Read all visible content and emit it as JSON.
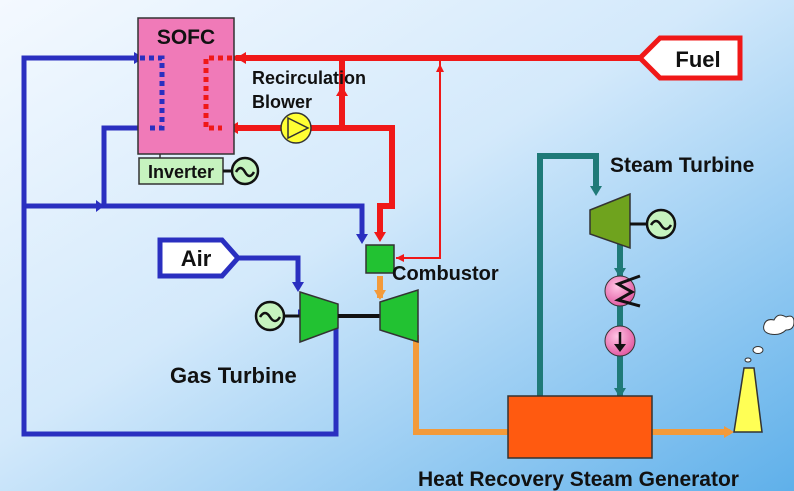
{
  "labels": {
    "sofc": "SOFC",
    "fuel": "Fuel",
    "air": "Air",
    "recirculation_line1": "Recirculation",
    "recirculation_line2": "Blower",
    "inverter": "Inverter",
    "steam_turbine": "Steam Turbine",
    "combustor": "Combustor",
    "gas_turbine": "Gas Turbine",
    "hrsg": "Heat Recovery Steam Generator"
  },
  "icons": {
    "generator": "generator-tilde-icon",
    "pump": "pump-triangle-icon",
    "condenser": "condenser-icon",
    "feed_pump": "feed-pump-arrow-icon",
    "cloud": "smoke-cloud-icon",
    "stack": "chimney-stack-icon"
  },
  "colors": {
    "background_gradient_top": "#eef6ff",
    "background_gradient_bottom": "#6fb6ea",
    "fuel_line": "#f01818",
    "air_line": "#2a2fc0",
    "steam_line": "#1f7a78",
    "exhaust_line": "#f39a3a",
    "sofc_fill": "#f07ab8",
    "turbine_green": "#22c232",
    "steam_turbine_green": "#6fa31e",
    "hrsg_fill": "#ff5a10",
    "inverter_fill": "#c6f3bf",
    "pump_fill": "#ffff33",
    "condenser_fill": "#f08cc2",
    "stack_fill": "#ffff55"
  }
}
